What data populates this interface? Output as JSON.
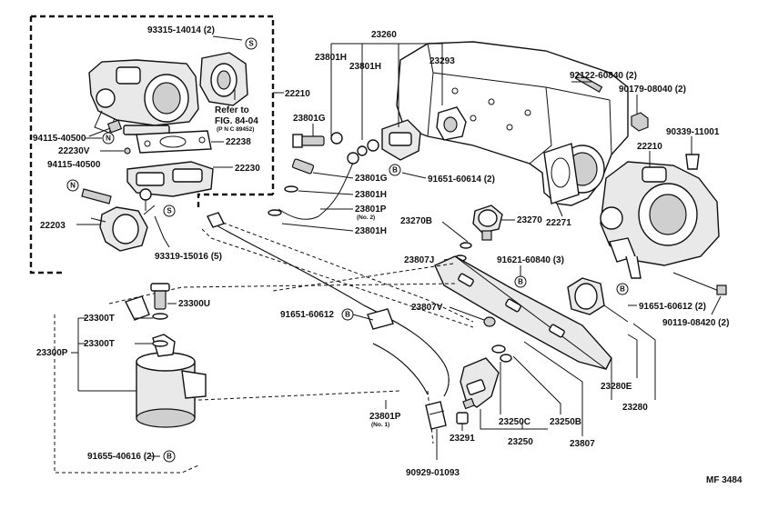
{
  "labels": {
    "p93315": "93315-14014 (2)",
    "p22210a": "22210",
    "refer1": "Refer to",
    "refer2": "FIG. 84-04",
    "refer3": "(P N C 89452)",
    "p94115a": "94115-40500",
    "p22230v": "22230V",
    "p22238": "22238",
    "p94115b": "94115-40500",
    "p22230": "22230",
    "p22203": "22203",
    "p93319": "93319-15016 (5)",
    "p23260": "23260",
    "p23801h_a": "23801H",
    "p23801h_b": "23801H",
    "p23293": "23293",
    "p23801g_a": "23801G",
    "p23801g_b": "23801G",
    "p23801h_c": "23801H",
    "p23801p_2": "23801P",
    "p23801p_2s": "(No. 2)",
    "p23801h_d": "23801H",
    "p91651a": "91651-60614 (2)",
    "p92122": "92122-60840 (2)",
    "p90179": "90179-08040 (2)",
    "p90339": "90339-11001",
    "p22210b": "22210",
    "p22271": "22271",
    "p23270b": "23270B",
    "p23270": "23270",
    "p23807j": "23807J",
    "p91621": "91621-60840 (3)",
    "p91651b": "91651-60612 (2)",
    "p90119": "90119-08420 (2)",
    "p23807v": "23807V",
    "p91651c": "91651-60612",
    "p23300u": "23300U",
    "p23300t_a": "23300T",
    "p23300p": "23300P",
    "p23300t_b": "23300T",
    "p23280e": "23280E",
    "p23280": "23280",
    "p23250c": "23250C",
    "p23250b": "23250B",
    "p23250": "23250",
    "p23807": "23807",
    "p23801p_1": "23801P",
    "p23801p_1s": "(No. 1)",
    "p23291": "23291",
    "p91655": "91655-40616 (2)",
    "p90929": "90929-01093",
    "fig": "MF 3484"
  },
  "markers": {
    "s": "S",
    "n": "N",
    "b": "B"
  }
}
